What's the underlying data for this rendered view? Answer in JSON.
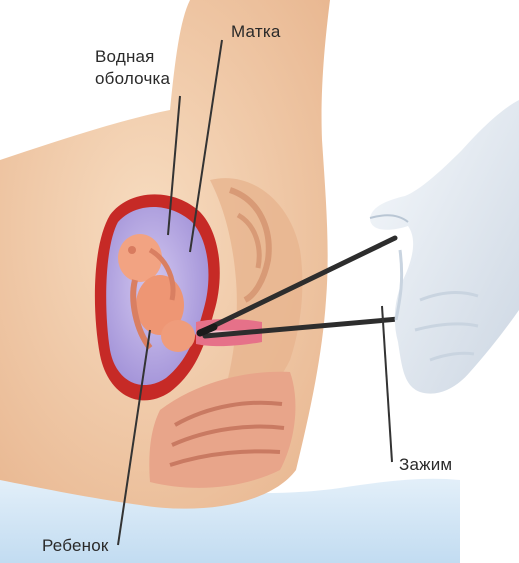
{
  "labels": {
    "membrane": "Водная оболочка",
    "uterus": "Матка",
    "clamp": "Зажим",
    "baby": "Ребенок"
  },
  "colors": {
    "skin": "#f3cfae",
    "skin_shadow": "#e4b38d",
    "uterus_wall": "#c62a26",
    "amniotic_fluid": "#b6a6e0",
    "fetus": "#f09a7c",
    "glove": "#eaf0f6",
    "glove_shadow": "#c9d4e0",
    "instrument": "#2d2d2d",
    "leader_line": "#333333",
    "floor": "#cfe4f5"
  }
}
